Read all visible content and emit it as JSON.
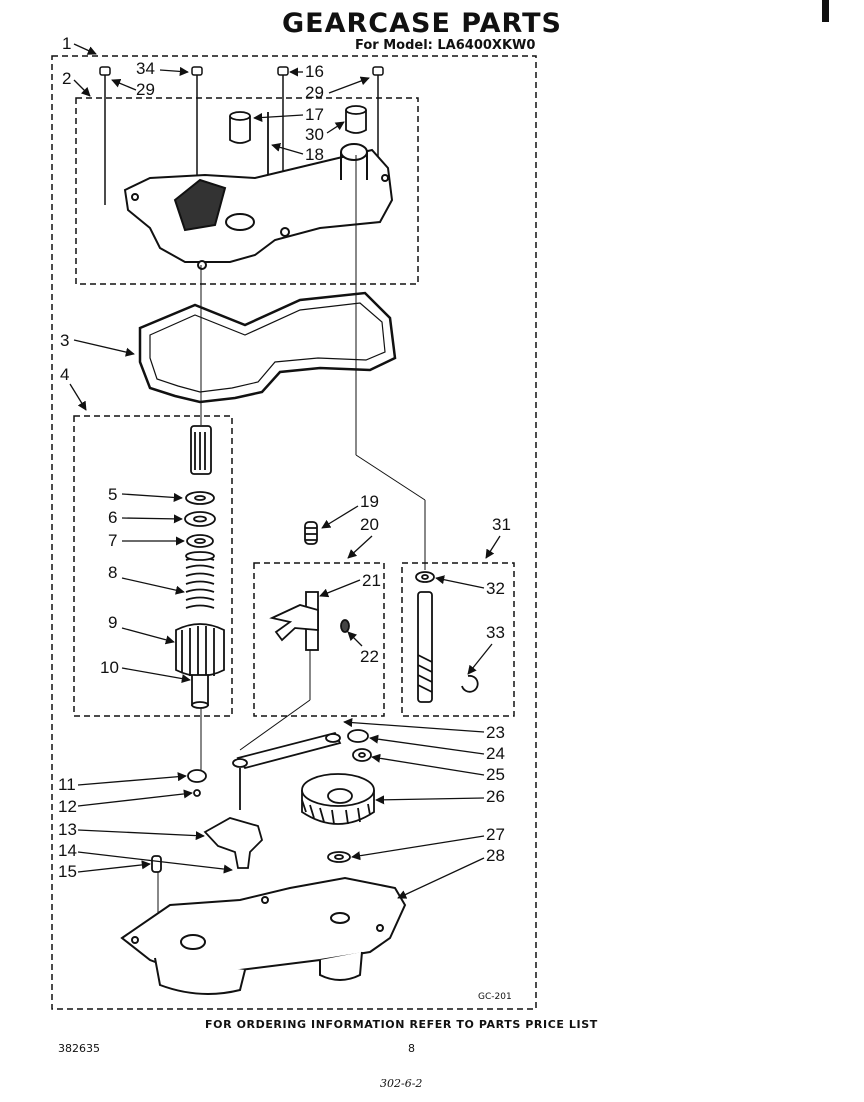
{
  "title": "GEARCASE PARTS",
  "subtitle": "For Model: LA6400XKW0",
  "diagram_code": "GC-201",
  "footer_note": "FOR ORDERING INFORMATION REFER TO PARTS PRICE LIST",
  "doc_number": "382635",
  "page_number": "8",
  "handwritten_note": "302-6-2",
  "callouts": [
    "1",
    "2",
    "3",
    "4",
    "5",
    "6",
    "7",
    "8",
    "9",
    "10",
    "11",
    "12",
    "13",
    "14",
    "15",
    "16",
    "17",
    "18",
    "19",
    "20",
    "21",
    "22",
    "23",
    "24",
    "25",
    "26",
    "27",
    "28",
    "29",
    "29",
    "30",
    "31",
    "32",
    "33",
    "34"
  ],
  "colors": {
    "ink": "#111111",
    "background": "#ffffff"
  }
}
